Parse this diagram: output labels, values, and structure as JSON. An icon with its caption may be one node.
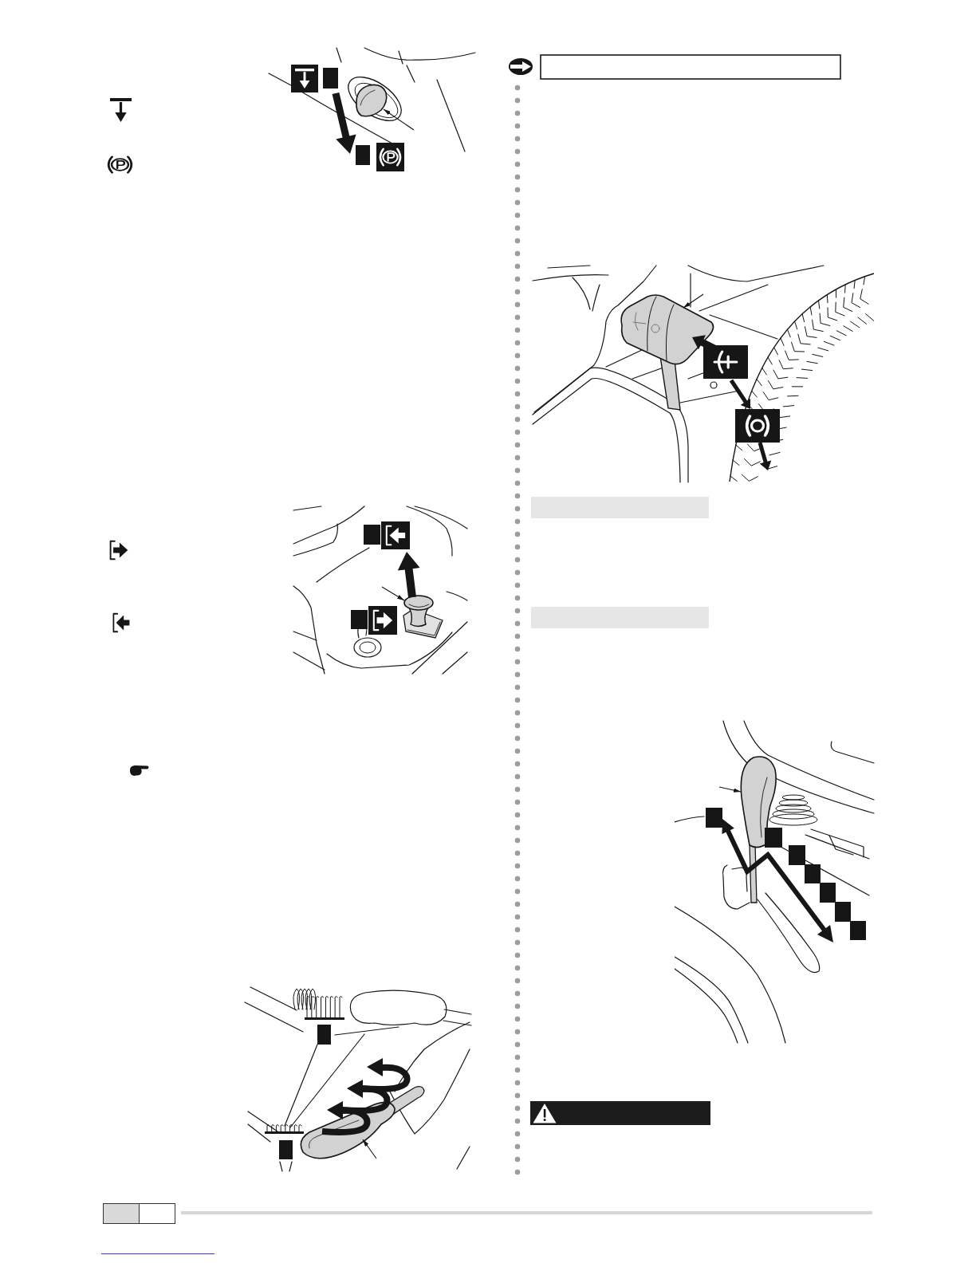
{
  "diagram": {
    "nodes": [
      {
        "text": [],
        "shape": "picture"
      },
      {
        "text": [],
        "shape": "picture"
      },
      {
        "text": [],
        "shape": "picture"
      },
      {
        "text": [],
        "shape": "box"
      },
      {
        "text": [],
        "shape": "picture"
      },
      {
        "text": [],
        "shape": "bar"
      },
      {
        "text": [],
        "shape": "bar"
      },
      {
        "text": [],
        "shape": "picture"
      },
      {
        "text": [],
        "shape": "bar"
      }
    ],
    "edges": [
      {
        "from": null,
        "to": 0,
        "arrow": "to"
      },
      {
        "from": null,
        "to": 1,
        "arrow": "to"
      },
      {
        "from": null,
        "to": 2,
        "arrow": "to"
      },
      {
        "from": null,
        "to": 4,
        "arrow": "to"
      },
      {
        "from": null,
        "to": 7,
        "arrow": "to"
      }
    ]
  }
}
